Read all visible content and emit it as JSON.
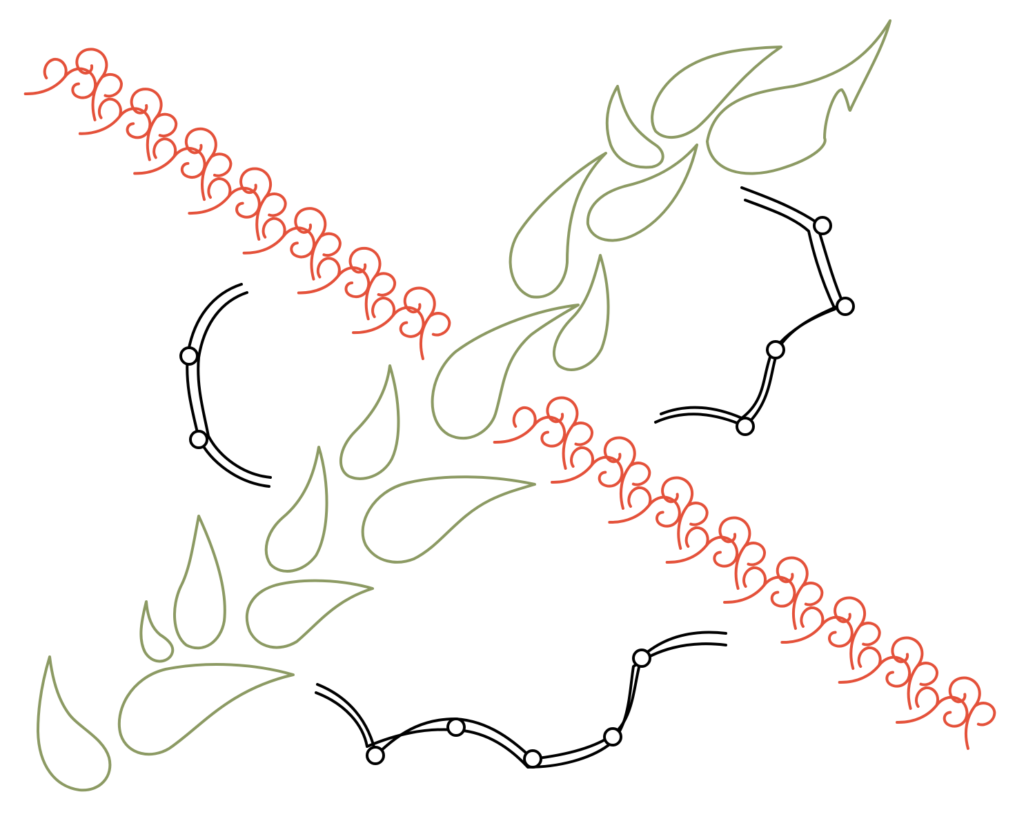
{
  "colors": {
    "background": "#ffffff",
    "feather": "#8c9a63",
    "motif": "#e4513a",
    "template": "#000000"
  },
  "pattern_parts": [
    {
      "name": "feather-vine",
      "color_key": "feather"
    },
    {
      "name": "paisley-border-upper",
      "color_key": "motif"
    },
    {
      "name": "paisley-border-lower",
      "color_key": "motif"
    },
    {
      "name": "curved-template-left",
      "color_key": "template"
    },
    {
      "name": "curved-template-right",
      "color_key": "template"
    },
    {
      "name": "curved-template-bottom",
      "color_key": "template"
    }
  ]
}
